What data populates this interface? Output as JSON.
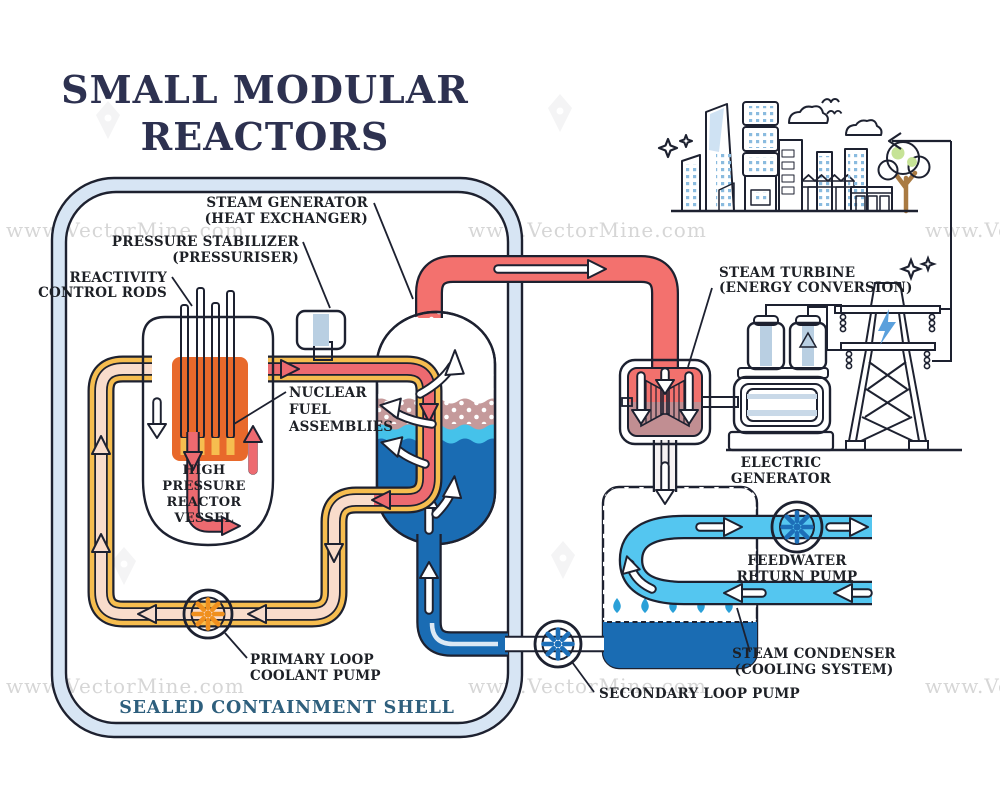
{
  "title": {
    "line1": "SMALL MODULAR",
    "line2": "REACTORS"
  },
  "watermark": "www.VectorMine.com",
  "labels": {
    "steam_generator": {
      "line1": "STEAM GENERATOR",
      "line2": "(HEAT EXCHANGER)"
    },
    "pressure_stabilizer": {
      "line1": "PRESSURE STABILIZER",
      "line2": "(PRESSURISER)"
    },
    "control_rods": {
      "line1": "REACTIVITY",
      "line2": "CONTROL RODS"
    },
    "fuel_assemblies": {
      "line1": "NUCLEAR",
      "line2": "FUEL",
      "line3": "ASSEMBLIES"
    },
    "reactor_vessel": {
      "line1": "HIGH",
      "line2": "PRESSURE",
      "line3": "REACTOR",
      "line4": "VESSEL"
    },
    "primary_pump": {
      "line1": "PRIMARY LOOP",
      "line2": "COOLANT PUMP"
    },
    "containment_shell": "SEALED CONTAINMENT SHELL",
    "secondary_pump": "SECONDARY LOOP PUMP",
    "steam_turbine": {
      "line1": "STEAM TURBINE",
      "line2": "(ENERGY CONVERSION)"
    },
    "electric_generator": {
      "line1": "ELECTRIC",
      "line2": "GENERATOR"
    },
    "feedwater_pump": {
      "line1": "FEEDWATER",
      "line2": "RETURN PUMP"
    },
    "steam_condenser": {
      "line1": "STEAM CONDENSER",
      "line2": "(COOLING SYSTEM)"
    }
  },
  "colors": {
    "outline": "#1d2130",
    "title_navy": "#2d3150",
    "containment_band": "#d7e5f4",
    "vessel_amber": "#f6bd4f",
    "core_orange": "#e8692b",
    "hot_red": "#ed6a70",
    "steam_salmon": "#f3716e",
    "cold_cream": "#f9dccb",
    "condensate_mauve": "#c59a9b",
    "water_dark_blue": "#1a6cb3",
    "cooling_cyan": "#54c6f0",
    "steel_blue": "#cfdde9",
    "city_green": "#aed06a",
    "bolt_blue": "#5aa0dc",
    "shell_label_teal": "#2e5f7d"
  }
}
